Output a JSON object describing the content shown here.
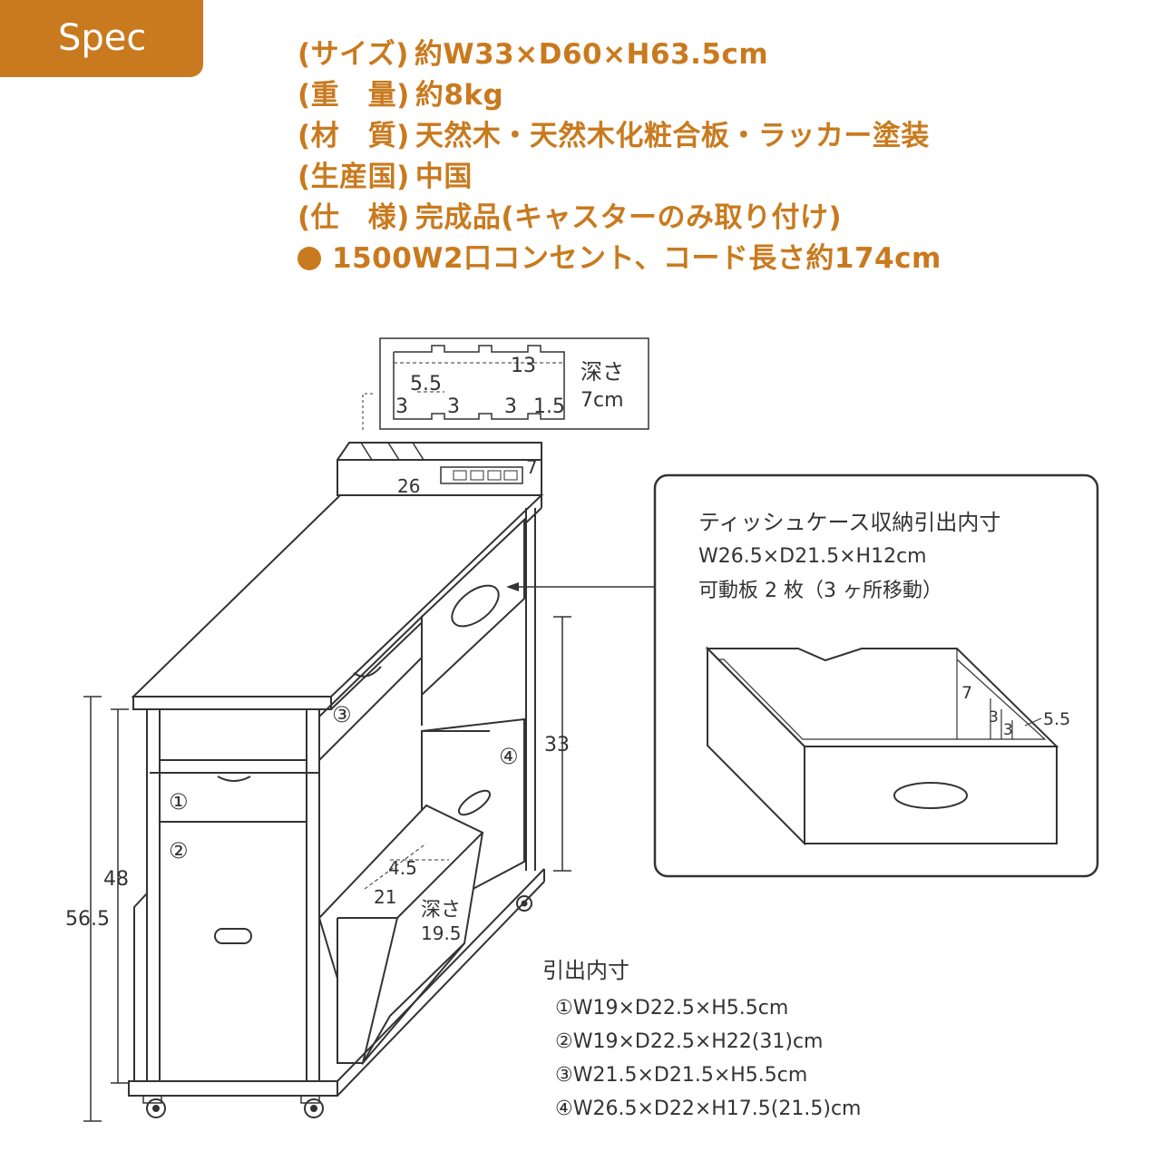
{
  "spec": {
    "tab_label": "Spec",
    "rows": [
      {
        "label": "(サイズ)",
        "value": "約W33×D60×H63.5cm"
      },
      {
        "label": "(重　量)",
        "value": "約8kg"
      },
      {
        "label": "(材　質)",
        "value": "天然木・天然木化粧合板・ラッカー塗装"
      },
      {
        "label": "(生産国)",
        "value": "中国"
      },
      {
        "label": "(仕　様)",
        "value": "完成品(キャスターのみ取り付け)"
      }
    ],
    "outlet_note": "1500W2口コンセント、コード長さ約174cm"
  },
  "tray": {
    "dims": {
      "total": "13",
      "section": "5.5",
      "a": "3",
      "b": "3",
      "c": "3",
      "d": "1.5"
    },
    "depth_label": "深さ",
    "depth_value": "7cm"
  },
  "cabinet": {
    "top_width": "26",
    "tray_height": "7",
    "height_33": "33",
    "height_48": "48",
    "height_56": "56.5",
    "basket_45": "4.5",
    "basket_21": "21",
    "basket_depth_label": "深さ",
    "basket_depth_value": "19.5",
    "markers": [
      "①",
      "②",
      "③",
      "④"
    ]
  },
  "tissue_box": {
    "title": "ティッシュケース収納引出内寸",
    "size": "W26.5×D21.5×H12cm",
    "note": "可動板 2 枚（3 ヶ所移動）",
    "dims": {
      "h": "7",
      "a": "3",
      "b": "3",
      "c": "5.5"
    }
  },
  "inner_dims": {
    "title": "引出内寸",
    "rows": [
      "①W19×D22.5×H5.5cm",
      "②W19×D22.5×H22(31)cm",
      "③W21.5×D21.5×H5.5cm",
      "④W26.5×D22×H17.5(21.5)cm"
    ]
  },
  "colors": {
    "accent": "#c97a1e",
    "line": "#333333"
  }
}
